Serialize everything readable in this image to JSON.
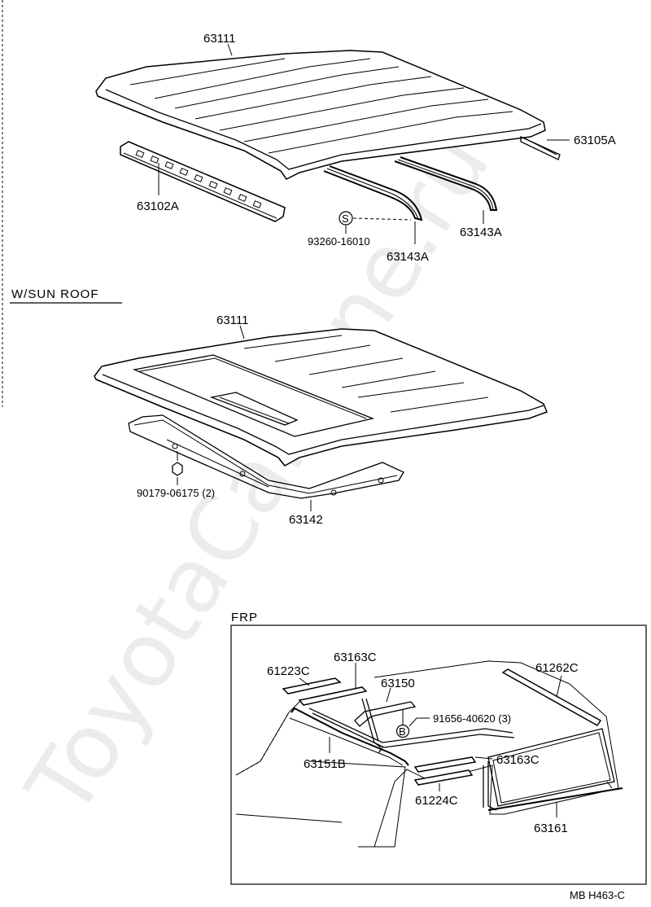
{
  "watermark": "ToyotaCarMine.ru",
  "sections": {
    "roof": {
      "labels": {
        "roof_panel": "63111",
        "rear_header": "63105A",
        "front_header": "63102A",
        "bow_right": "63143A",
        "bow_left": "63143A",
        "bolt": "93260-16010",
        "bolt_mark": "S"
      }
    },
    "sunroof": {
      "title": "W/SUN  ROOF",
      "labels": {
        "roof_panel": "63111",
        "reinforcement": "63142",
        "nut": "90179-06175 (2)"
      }
    },
    "frp": {
      "title": "FRP",
      "labels": {
        "drip_left": "61223C",
        "weatherstrip_top": "63163C",
        "brace": "63150",
        "drip_right": "61262C",
        "screw": "91656-40620 (3)",
        "screw_mark": "B",
        "seal": "63151B",
        "weatherstrip_low": "63163C",
        "drip_low": "61224C",
        "glass_seal": "63161"
      }
    }
  },
  "footer": {
    "code": "MB  H463-C"
  }
}
